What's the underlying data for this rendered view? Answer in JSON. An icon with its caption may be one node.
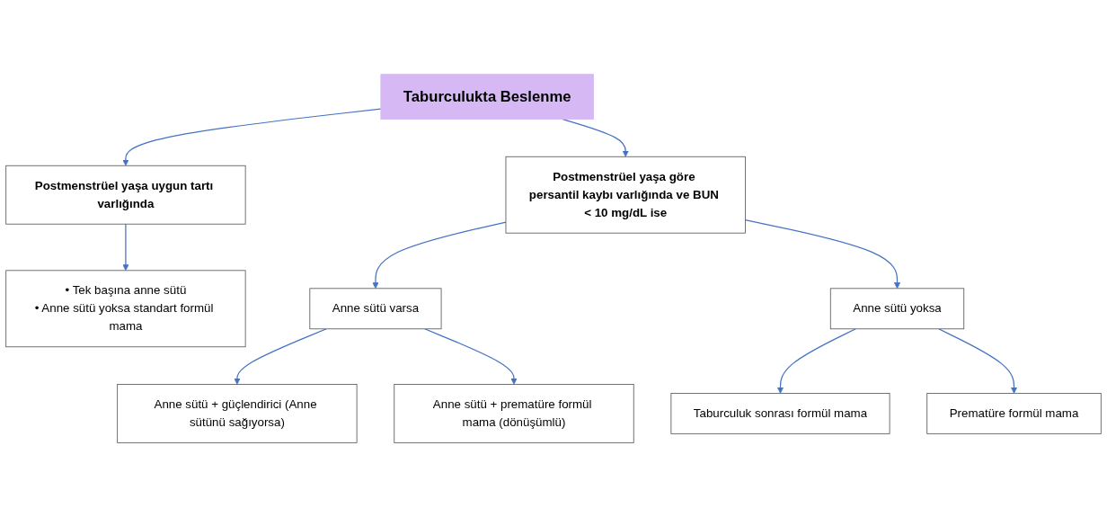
{
  "diagram": {
    "nodes": [
      {
        "text": [
          "Taburculukta Beslenme"
        ]
      },
      {
        "text": [
          "Postmenstrüel yaşa uygun tartı varlığında"
        ]
      },
      {
        "text": [
          "Postmenstrüel yaşa göre persantil kaybı varlığında ve BUN < 10 mg/dL ise"
        ]
      },
      {
        "text": [
          "• Tek başına anne sütü",
          "• Anne sütü yoksa standart formül mama"
        ]
      },
      {
        "text": [
          "Anne sütü varsa"
        ]
      },
      {
        "text": [
          "Anne sütü yoksa"
        ]
      },
      {
        "text": [
          "Anne sütü + güçlendirici (Anne sütünü sağıyorsa)"
        ]
      },
      {
        "text": [
          "Anne sütü + prematüre formül mama (dönüşümlü)"
        ]
      },
      {
        "text": [
          "Taburculuk sonrası formül mama"
        ]
      },
      {
        "text": [
          "Prematüre formül mama"
        ]
      }
    ],
    "edges": [
      {
        "from": 0,
        "to": 1,
        "arrow": "to"
      },
      {
        "from": 0,
        "to": 2,
        "arrow": "to"
      },
      {
        "from": 1,
        "to": 3,
        "arrow": "to"
      },
      {
        "from": 2,
        "to": 4,
        "arrow": "to"
      },
      {
        "from": 2,
        "to": 5,
        "arrow": "to"
      },
      {
        "from": 4,
        "to": 6,
        "arrow": "to"
      },
      {
        "from": 4,
        "to": 7,
        "arrow": "to"
      },
      {
        "from": 5,
        "to": 8,
        "arrow": "to"
      },
      {
        "from": 5,
        "to": 9,
        "arrow": "to"
      }
    ]
  }
}
